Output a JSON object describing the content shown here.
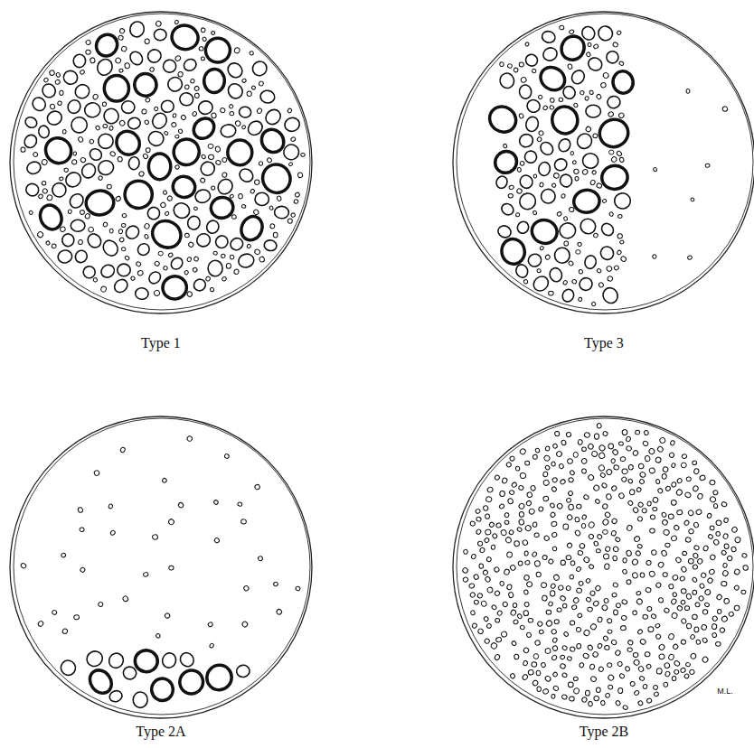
{
  "diagram": {
    "labels": [
      "Type 1",
      "Type 3",
      "Type 2A",
      "Type 2B",
      "M.L."
    ]
  }
}
